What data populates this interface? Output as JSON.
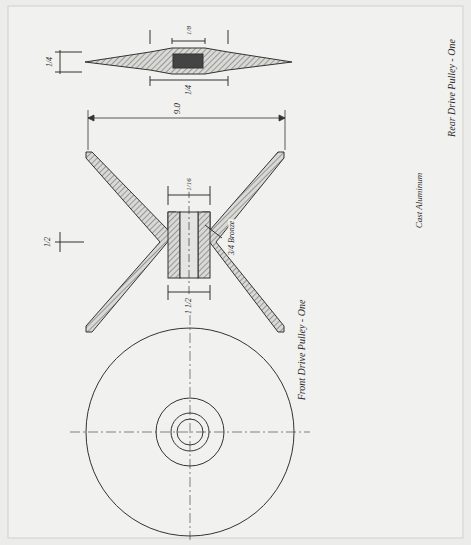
{
  "diagram": {
    "labels": [
      "Front Drive Pulley - One",
      "Rear Drive Pulley - One",
      "Cast Aluminum",
      "9.0",
      "3/4 Bronze",
      "1/4",
      "1/8",
      "1/4",
      "1/2",
      "1/16",
      "1 1/2"
    ]
  }
}
